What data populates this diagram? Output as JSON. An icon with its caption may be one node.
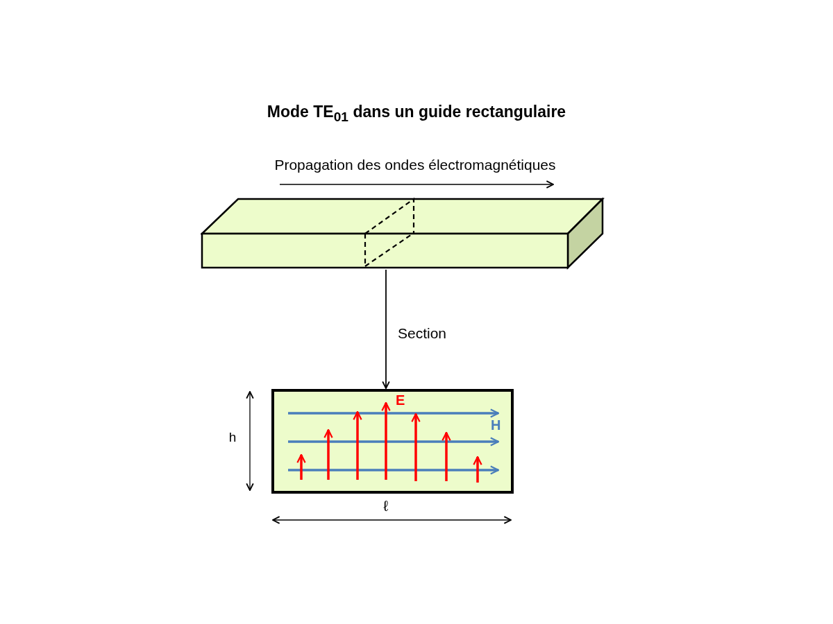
{
  "diagram": {
    "title": "Mode TE$_{01}$ dans un guide rectangulaire",
    "nodes": [
      {
        "text": [],
        "shape": "box"
      },
      {
        "text": [
          "E",
          "H"
        ]
      }
    ],
    "edges": [
      {
        "from": 0,
        "to": 1,
        "arrow": "to",
        "label": "Section"
      }
    ],
    "labels": [
      "Propagation des ondes électromagnétiques",
      "h",
      "ℓ"
    ]
  }
}
